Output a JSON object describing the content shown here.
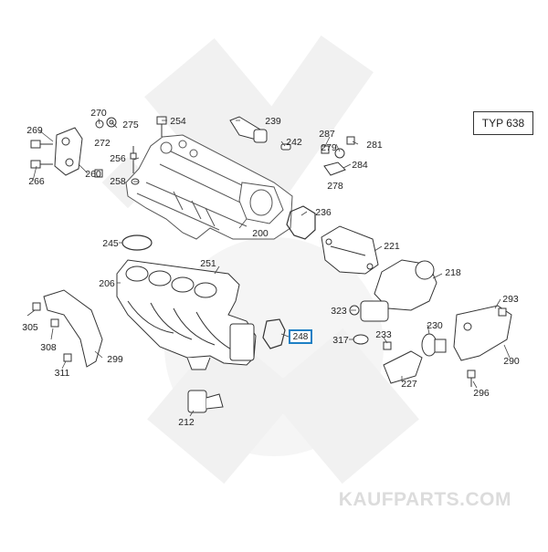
{
  "diagram": {
    "type_label": "TYP 638",
    "highlighted_part": "248",
    "part_labels": {
      "p269": "269",
      "p270": "270",
      "p272": "272",
      "p275": "275",
      "p254": "254",
      "p239": "239",
      "p242": "242",
      "p287": "287",
      "p279": "279",
      "p281": "281",
      "p284": "284",
      "p278": "278",
      "p266": "266",
      "p260": "260",
      "p256": "256",
      "p258": "258",
      "p236": "236",
      "p245": "245",
      "p200": "200",
      "p221": "221",
      "p251": "251",
      "p206": "206",
      "p218": "218",
      "p293": "293",
      "p323": "323",
      "p305": "305",
      "p317": "317",
      "p233": "233",
      "p230": "230",
      "p308": "308",
      "p299": "299",
      "p311": "311",
      "p227": "227",
      "p290": "290",
      "p296": "296",
      "p212": "212"
    },
    "watermark": "KAUFPARTS.COM"
  }
}
